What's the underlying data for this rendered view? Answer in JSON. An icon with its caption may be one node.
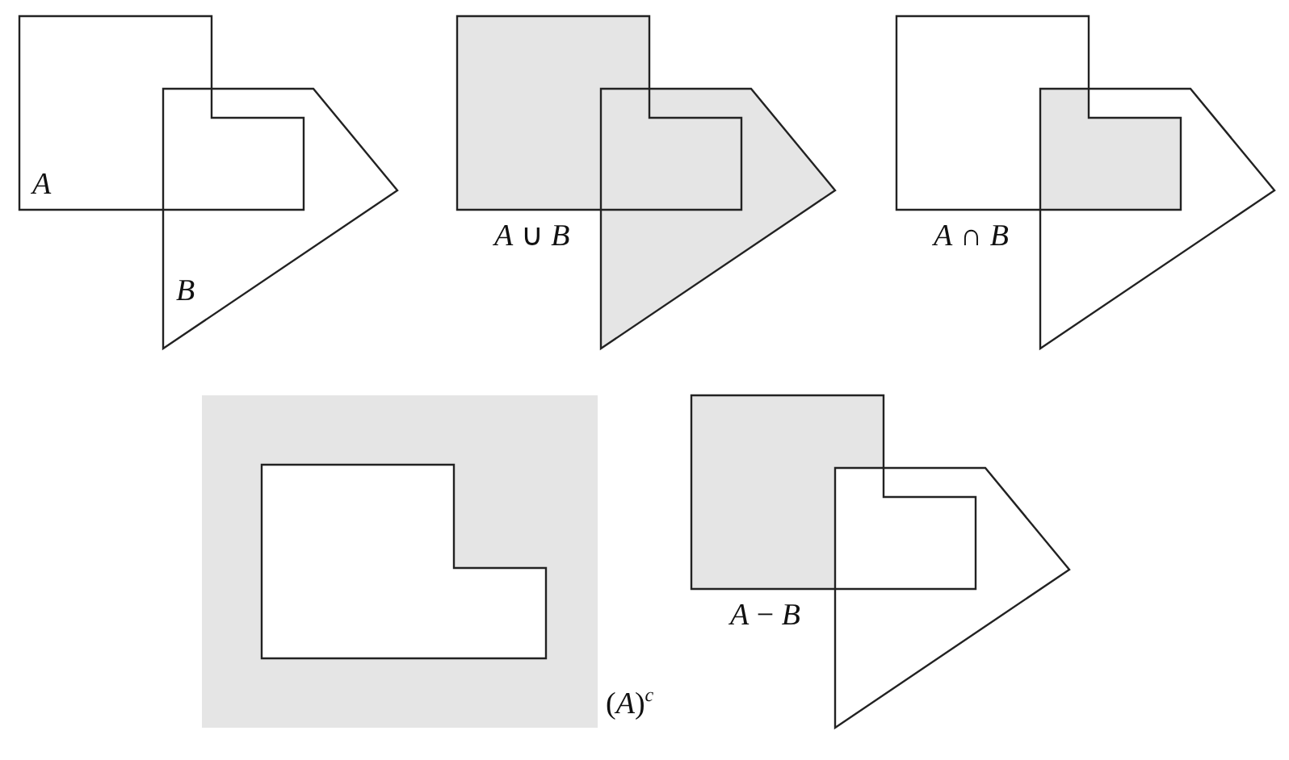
{
  "diagram": {
    "labels": [
      "A",
      "B",
      "*A* ∪ *B*",
      "*A* ∩ *B*",
      "(*A*)$^{c}$",
      "*A* − *B*"
    ]
  }
}
